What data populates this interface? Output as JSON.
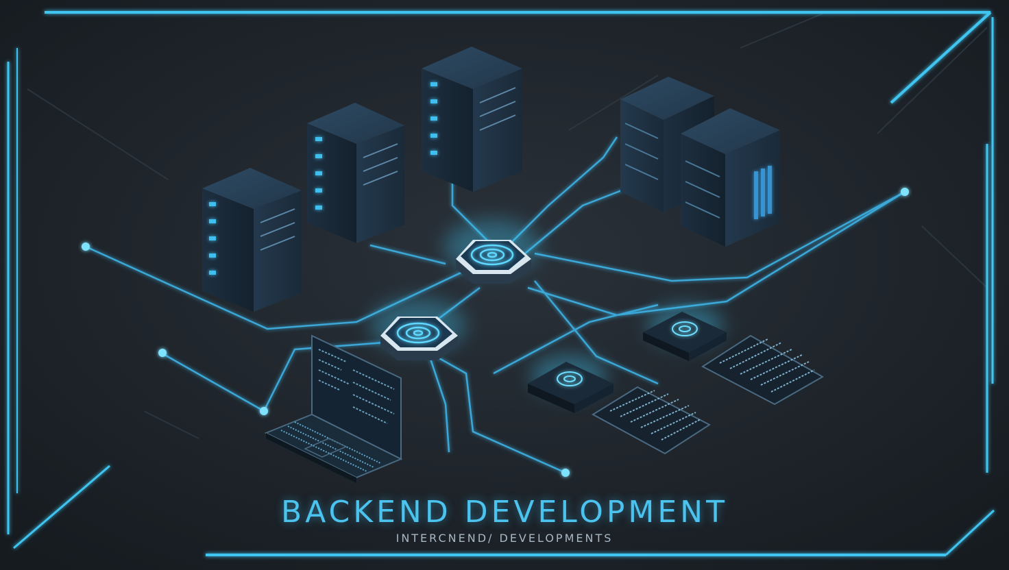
{
  "title": "BACKEND DEVELOPMENT",
  "subtitle": "INTERCNEND/ DEVELOPMENTS",
  "colors": {
    "background": "#1c2228",
    "accent": "#3fc4f0",
    "server": "#1b2c3c"
  },
  "objects": {
    "servers": 5,
    "hubs": 2,
    "pads": 2,
    "laptop": 1,
    "code_panels": 2
  }
}
